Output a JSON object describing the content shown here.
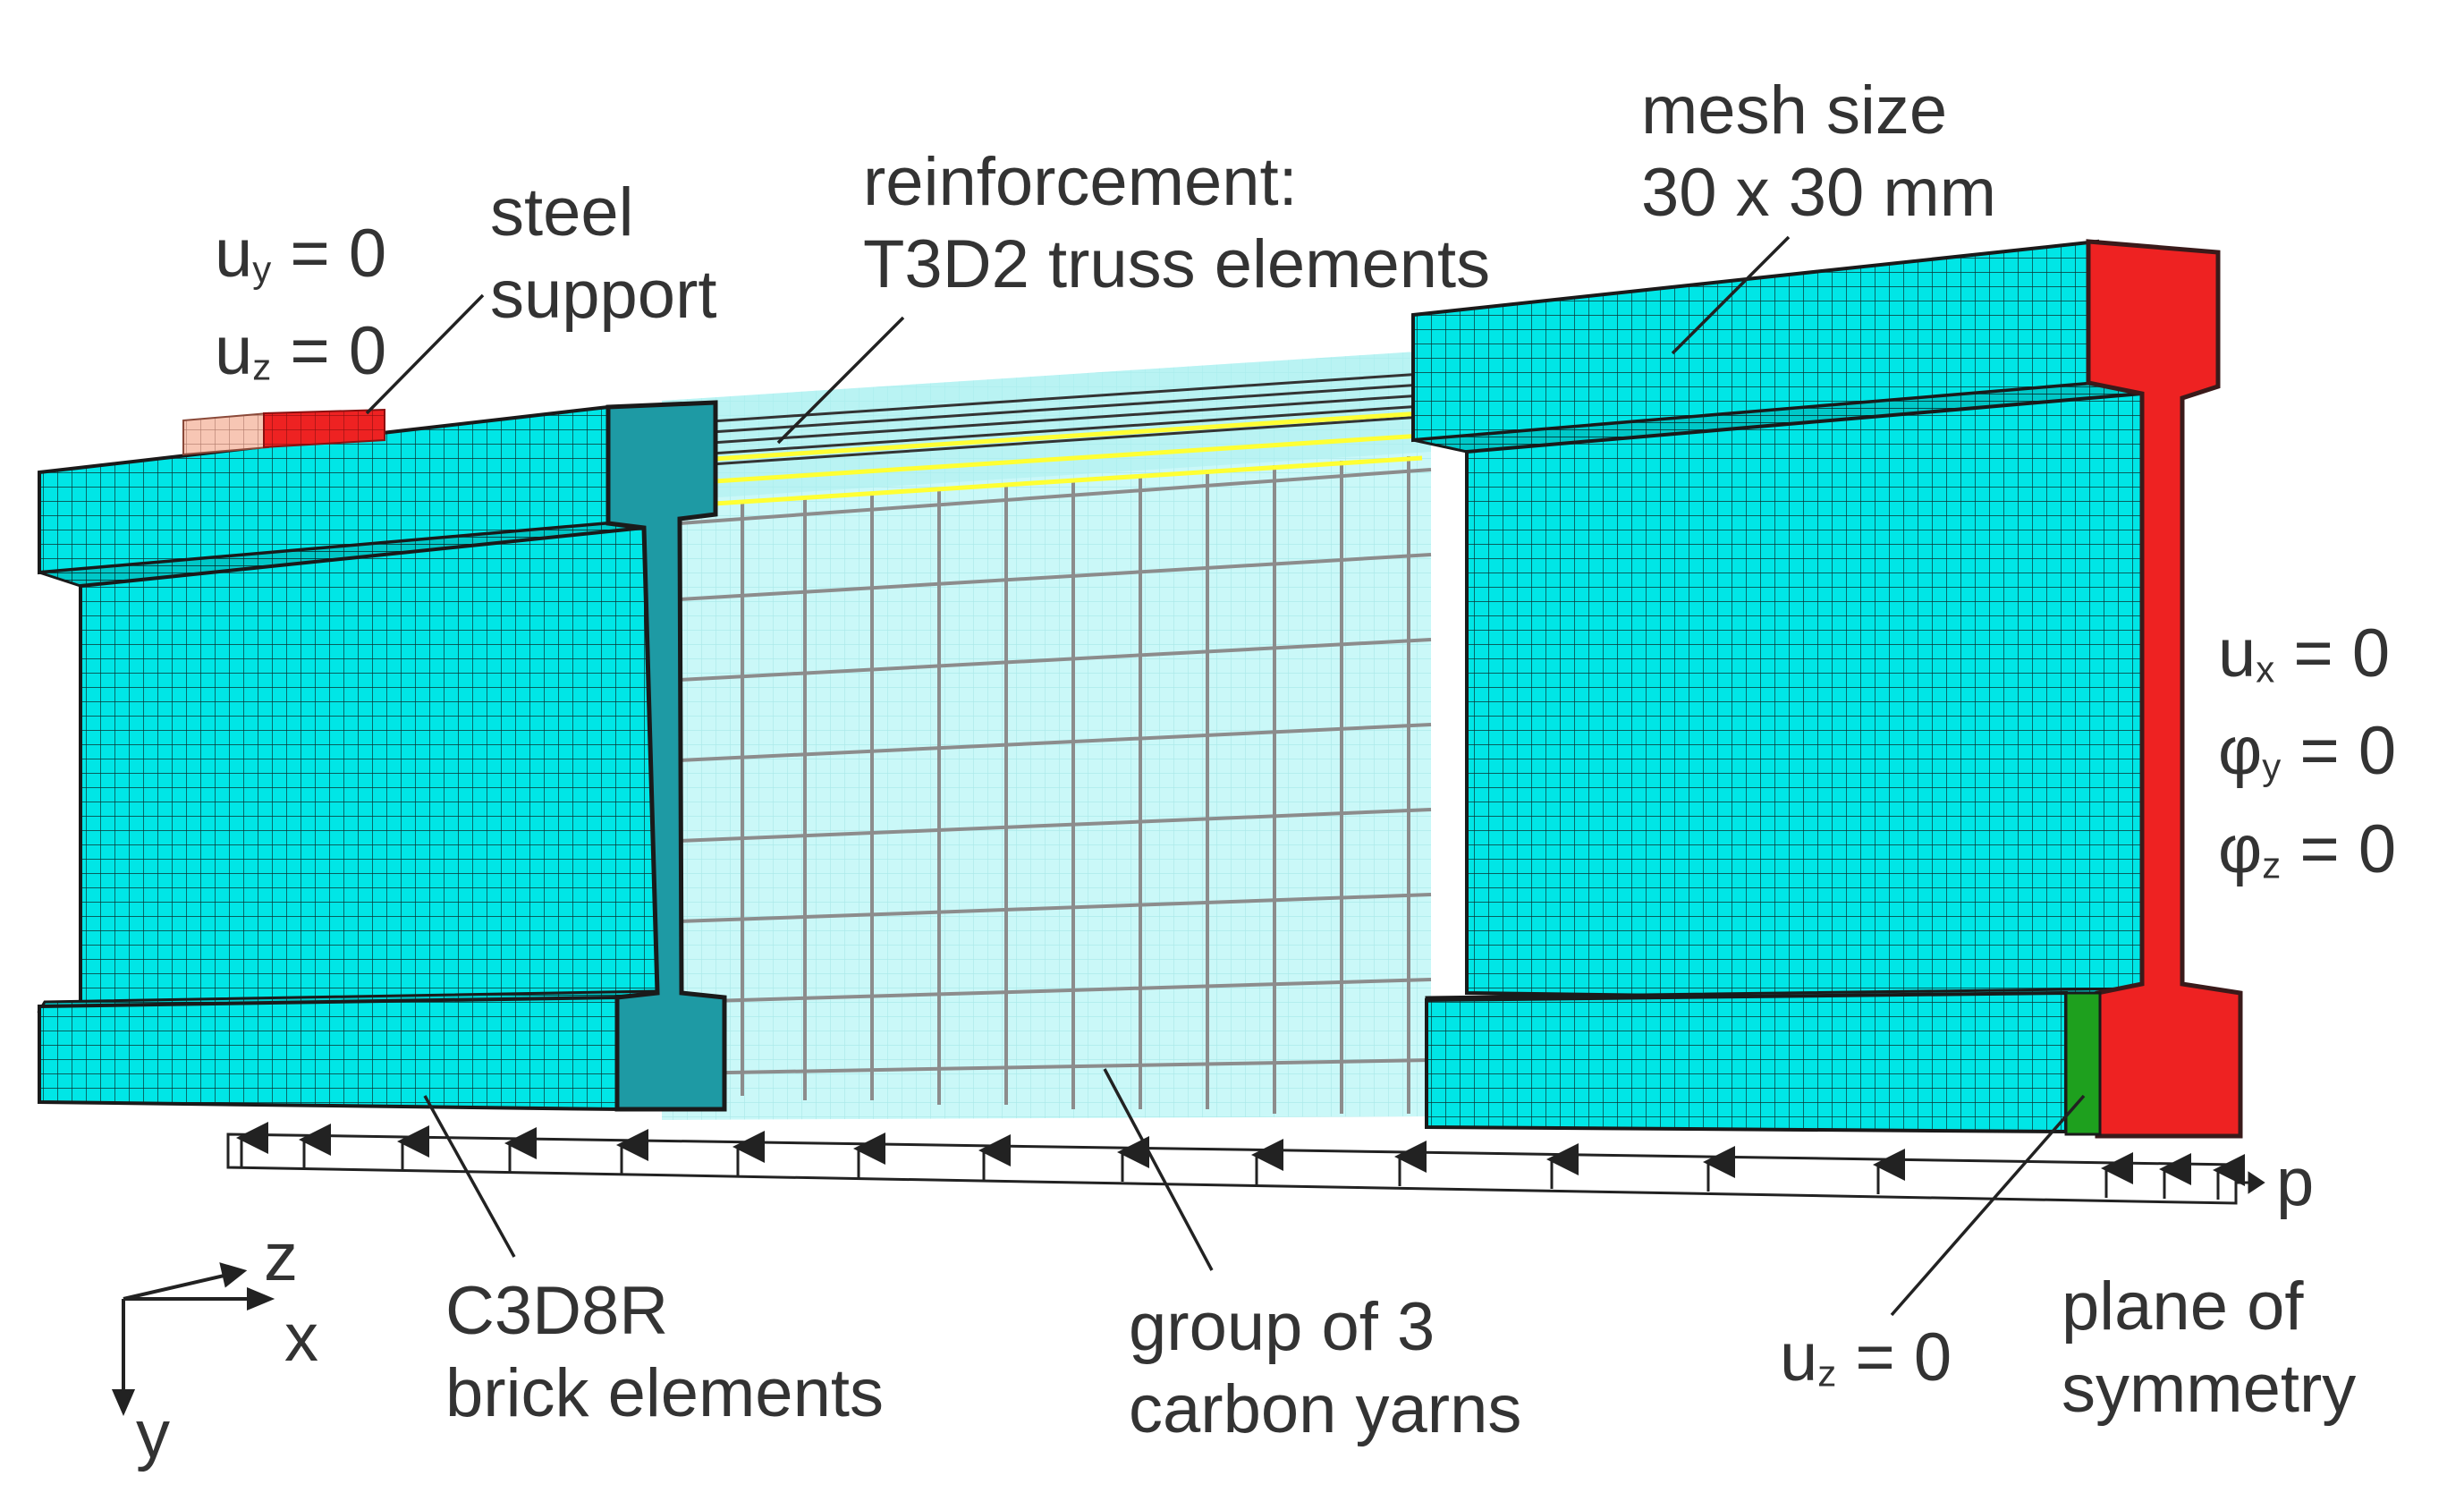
{
  "colors": {
    "mesh_fill": "#00e6e6",
    "mesh_line": "#0a2a2a",
    "transparent_mesh": "#b8f5f5",
    "reinforcement_yellow": "#ffff33",
    "reinforcement_grey": "#888888",
    "support_red": "#ee2222",
    "support_pink": "#f7c6b4",
    "symmetry_red": "#ee2222",
    "symmetry_green": "#1ea01e",
    "dark_outline": "#2a2a2a"
  },
  "labels": {
    "steel_support": [
      "steel",
      "support"
    ],
    "bc_support": {
      "uy": "u",
      "uy_sub": "y",
      "uy_rest": " = 0",
      "uz": "u",
      "uz_sub": "z",
      "uz_rest": " = 0"
    },
    "reinforcement": [
      "reinforcement:",
      "T3D2 truss elements"
    ],
    "mesh_size": [
      "mesh size",
      "30 x 30 mm"
    ],
    "bc_symmetry": {
      "ux": "u",
      "ux_sub": "x",
      "ux_rest": " = 0",
      "phiy": "φ",
      "phiy_sub": "y",
      "phiy_rest": " = 0",
      "phiz": "φ",
      "phiz_sub": "z",
      "phiz_rest": " = 0"
    },
    "brick": [
      "C3D8R",
      "brick elements"
    ],
    "yarns": [
      "group of 3",
      "carbon yarns"
    ],
    "uz_bottom": {
      "u": "u",
      "sub": "z",
      "rest": " = 0"
    },
    "plane": [
      "plane of",
      "symmetry"
    ],
    "load": "p",
    "axis_z": "z",
    "axis_x": "x",
    "axis_y": "y"
  }
}
